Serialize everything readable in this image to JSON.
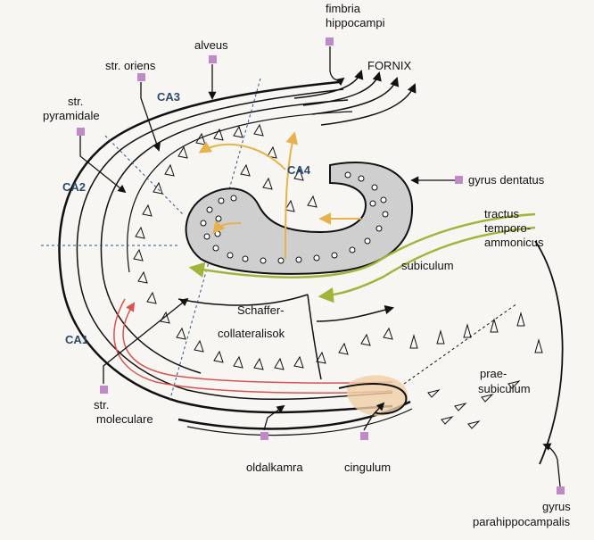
{
  "colors": {
    "ink": "#111111",
    "axon_orange": "#e8b24a",
    "perforant_green": "#a4b43a",
    "schaffer_red": "#d9534f",
    "dentate_fill": "#cfcfcf",
    "cingulum_fill": "#f0cfa8",
    "marker": "#c08ac8",
    "region_text": "#2d4a6e",
    "dash_lines": "#2f4f8a"
  },
  "labels": {
    "fimbria": [
      "fimbria",
      "hippocampi"
    ],
    "fornix": "FORNIX",
    "alveus": "alveus",
    "str_oriens": "str. oriens",
    "str_pyramidale": [
      "str.",
      "pyramidale"
    ],
    "gyrus_dentatus": "gyrus dentatus",
    "tractus": [
      "tractus",
      "temporo-",
      "ammonicus"
    ],
    "subiculum": "subiculum",
    "schaffer": [
      "Schaffer-",
      "collateralisok"
    ],
    "praesubiculum": [
      "prae-",
      "subiculum"
    ],
    "str_moleculare": [
      "str.",
      "moleculare"
    ],
    "oldalkamra": "oldalkamra",
    "cingulum": "cingulum",
    "gyrus_parahippocampalis": [
      "gyrus",
      "parahippocampalis"
    ]
  },
  "regions": {
    "ca1": "CA1",
    "ca2": "CA2",
    "ca3": "CA3",
    "ca4": "CA4"
  }
}
